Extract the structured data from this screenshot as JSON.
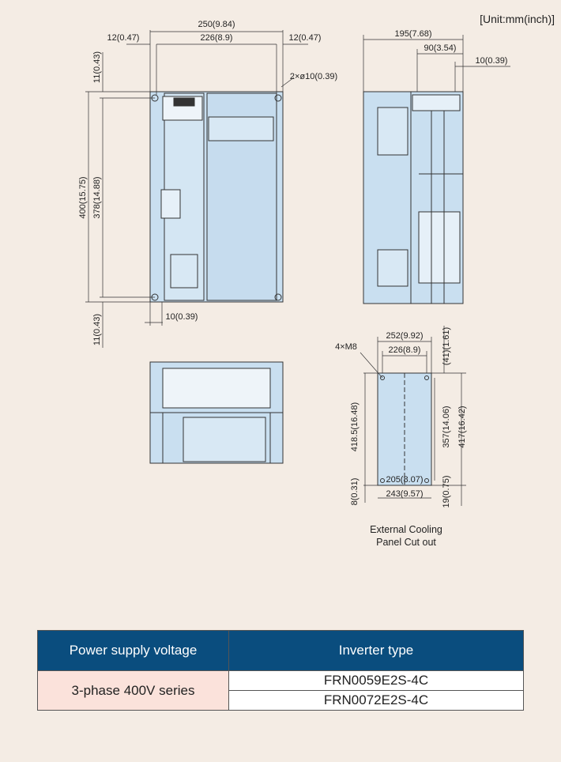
{
  "unit_label": "[Unit:mm(inch)]",
  "front_view": {
    "overall_width": "250(9.84)",
    "inner_width": "226(8.9)",
    "left_margin": "12(0.47)",
    "right_margin": "12(0.47)",
    "top_margin": "11(0.43)",
    "bottom_margin": "11(0.43)",
    "overall_height": "400(15.75)",
    "inner_height": "378(14.88)",
    "holes": "2×ø10(0.39)",
    "bottom_offset": "10(0.39)"
  },
  "side_view": {
    "overall_depth": "195(7.68)",
    "rear_depth": "90(3.54)",
    "flange": "10(0.39)"
  },
  "cutout": {
    "screws": "4×M8",
    "outer_width": "252(9.92)",
    "hole_pitch": "226(8.9)",
    "top_offset": "(41)(1.61)",
    "overall_height": "418.5(16.48)",
    "inner_height": "357(14.06)",
    "right_height": "417(16.42)",
    "bottom_left": "8(0.31)",
    "bottom_right": "19(0.75)",
    "inner_bottom_width": "205(8.07)",
    "bottom_width": "243(9.57)",
    "caption_line1": "External Cooling",
    "caption_line2": "Panel Cut out"
  },
  "table": {
    "header_voltage": "Power supply voltage",
    "header_type": "Inverter type",
    "voltage": "3-phase 400V series",
    "types": [
      "FRN0059E2S-4C",
      "FRN0072E2S-4C"
    ]
  }
}
